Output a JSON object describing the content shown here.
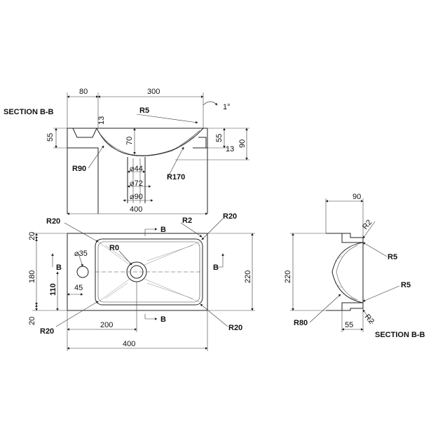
{
  "top_view": {
    "section_title": "SECTION B-B",
    "dim_80": "80",
    "dim_300": "300",
    "angle": "1°",
    "r5": "R5",
    "dim_13_left": "13",
    "dim_55_left": "55",
    "dim_70": "70",
    "dim_55_right": "55",
    "dim_13_right": "13",
    "dim_90": "90",
    "r90": "R90",
    "dia_44": "⌀44",
    "dia_72": "⌀72",
    "dia_90": "⌀90",
    "r170": "R170",
    "dim_400": "400"
  },
  "plan_view": {
    "r20_tl": "R20",
    "r2": "R2",
    "r20_tr": "R20",
    "b_top": "B",
    "dim_20_top": "20",
    "dia_35": "⌀35",
    "r0": "R0",
    "b_left": "B",
    "dim_180": "180",
    "dim_110": "110",
    "dim_45": "45",
    "b_right": "B",
    "dim_220": "220",
    "dim_20_bottom": "20",
    "r20_bl": "R20",
    "dim_200": "200",
    "b_bottom": "B",
    "r20_br": "R20",
    "dim_400": "400"
  },
  "side_view": {
    "dim_90": "90",
    "r2_top": "R2",
    "r5_top": "R5",
    "dim_220": "220",
    "r5_bottom": "R5",
    "r80": "R80",
    "dim_55": "55",
    "r2_bottom": "R2",
    "section_title": "SECTION B-B"
  }
}
